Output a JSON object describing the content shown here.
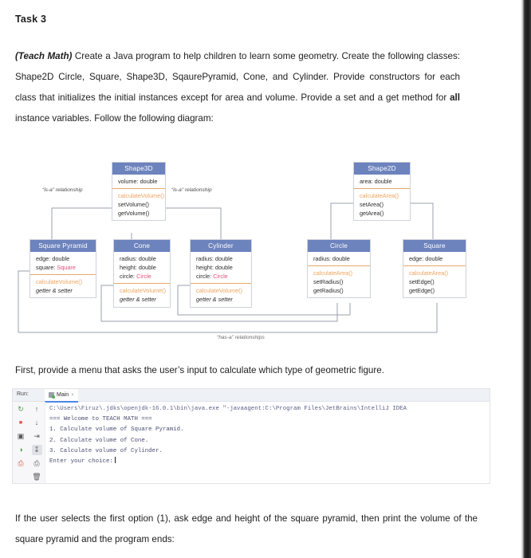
{
  "document": {
    "task_title": "Task 3",
    "paragraph_prefix": "(Teach Math)",
    "paragraph_body": " Create a Java program to help children to learn some geometry. Create the following classes: Shape2D Circle, Square, Shape3D, SqaurePyramid, Cone, and Cylinder. Provide constructors for each class that initializes the initial instances except for area and volume. Provide a set and a get method for ",
    "paragraph_bold": "all",
    "paragraph_tail": " instance variables. Follow the following diagram:",
    "line_first": "First, provide a menu that asks the user’s input to calculate which type of geometric figure.",
    "line_last": "If the user selects the first option (1), ask edge and height of the square pyramid, then print the volume of the  square pyramid and the program ends:"
  },
  "diagram": {
    "labels": {
      "isa_left": "“is-a” relationship",
      "isa_right": "“is-a” relationship",
      "hasa": "“has-a” relationships"
    },
    "colors": {
      "header_bg": "#6d83bd",
      "method_text": "#f0a35c",
      "ref_type": "#e0527c",
      "border": "#cfd2dc"
    },
    "classes": [
      {
        "id": "shape3d",
        "name": "Shape3D",
        "attributes": [
          {
            "text": "volume: double"
          }
        ],
        "methods": [
          {
            "text": "calculateVolume()",
            "style": "abstract"
          },
          {
            "text": "setVolume()",
            "style": "normal"
          },
          {
            "text": "getVolume()",
            "style": "normal"
          }
        ]
      },
      {
        "id": "shape2d",
        "name": "Shape2D",
        "attributes": [
          {
            "text": "area: double"
          }
        ],
        "methods": [
          {
            "text": "calculateArea()",
            "style": "abstract"
          },
          {
            "text": "setArea()",
            "style": "normal"
          },
          {
            "text": "getArea()",
            "style": "normal"
          }
        ]
      },
      {
        "id": "square-pyramid",
        "name": "Square Pyramid",
        "attributes": [
          {
            "text": "edge: double"
          },
          {
            "text": "square: ",
            "ref": "Square"
          }
        ],
        "methods": [
          {
            "text": "calculateVolume()",
            "style": "abstract"
          },
          {
            "text": "getter & setter",
            "style": "italic"
          }
        ]
      },
      {
        "id": "cone",
        "name": "Cone",
        "attributes": [
          {
            "text": "radius: double"
          },
          {
            "text": "height: double"
          },
          {
            "text": "circle: ",
            "ref": "Circle"
          }
        ],
        "methods": [
          {
            "text": "calculateVolume()",
            "style": "abstract"
          },
          {
            "text": "getter & setter",
            "style": "italic"
          }
        ]
      },
      {
        "id": "cylinder",
        "name": "Cylinder",
        "attributes": [
          {
            "text": "radius: double"
          },
          {
            "text": "height: double"
          },
          {
            "text": "circle: ",
            "ref": "Circle"
          }
        ],
        "methods": [
          {
            "text": "calculateVolume()",
            "style": "abstract"
          },
          {
            "text": "getter & setter",
            "style": "italic"
          }
        ]
      },
      {
        "id": "circle",
        "name": "Circle",
        "attributes": [
          {
            "text": "radius: double"
          }
        ],
        "methods": [
          {
            "text": "calculateArea()",
            "style": "abstract"
          },
          {
            "text": "setRadius()",
            "style": "normal"
          },
          {
            "text": "getRadius()",
            "style": "normal"
          }
        ]
      },
      {
        "id": "square",
        "name": "Square",
        "attributes": [
          {
            "text": "edge: double"
          }
        ],
        "methods": [
          {
            "text": "calculateArea()",
            "style": "abstract"
          },
          {
            "text": "setEdge()",
            "style": "normal"
          },
          {
            "text": "getEdge()",
            "style": "normal"
          }
        ]
      }
    ]
  },
  "console": {
    "run_label": "Run:",
    "tab_label": "Main",
    "tab_close": "×",
    "left_tools": [
      {
        "name": "rerun-icon",
        "glyph": "↻"
      },
      {
        "name": "stop-icon",
        "glyph": "■"
      },
      {
        "name": "camera-icon",
        "glyph": "▣"
      },
      {
        "name": "profiler-icon",
        "glyph": "◑"
      },
      {
        "name": "exit-icon",
        "glyph": "⎙"
      }
    ],
    "right_tools": [
      {
        "name": "arrow-up-icon",
        "glyph": "↑"
      },
      {
        "name": "arrow-down-icon",
        "glyph": "↓"
      },
      {
        "name": "soft-wrap-icon",
        "glyph": "⇥"
      },
      {
        "name": "scroll-to-end-icon",
        "glyph": "↧"
      },
      {
        "name": "print-icon",
        "glyph": "⎙"
      },
      {
        "name": "trash-icon",
        "glyph": "🗑"
      }
    ],
    "output_lines": [
      "C:\\Users\\Firuz\\.jdks\\openjdk-16.0.1\\bin\\java.exe \"-javaagent:C:\\Program Files\\JetBrains\\IntelliJ IDEA",
      "=== Welcome to TEACH MATH ===",
      "1. Calculate volume of Square Pyramid.",
      "2. Calculate volume of Cone.",
      "3. Calculate volume of Cylinder.",
      "Enter your choice:"
    ]
  }
}
